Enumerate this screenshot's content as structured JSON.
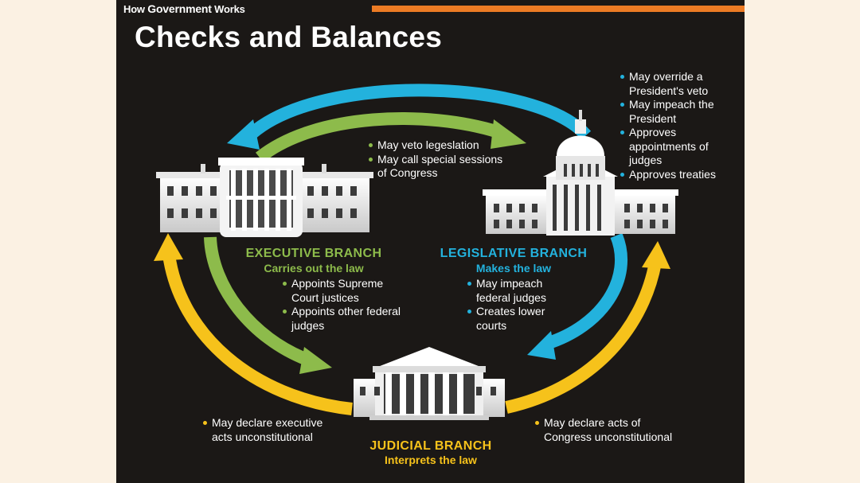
{
  "header": {
    "kicker_prefix": "How",
    "kicker_strong": "Government",
    "kicker_suffix": "Works",
    "title": "Checks and Balances"
  },
  "colors": {
    "background": "#1b1816",
    "accent_orange": "#ec7b24",
    "executive_green": "#8dbb4b",
    "legislative_blue": "#23b2dd",
    "judicial_yellow": "#f6c21b"
  },
  "executive": {
    "heading": "EXECUTIVE BRANCH",
    "subheading": "Carries out the law",
    "checks_on_legislative": [
      "May veto legeslation",
      "May call special sessions of Congress"
    ],
    "checks_on_judicial": [
      "Appoints Supreme Court justices",
      "Appoints other federal judges"
    ]
  },
  "legislative": {
    "heading": "LEGISLATIVE BRANCH",
    "subheading": "Makes the law",
    "checks_on_executive": [
      "May override a President's veto",
      "May impeach the President",
      "Approves appointments of judges",
      "Approves treaties"
    ],
    "checks_on_judicial": [
      "May impeach federal judges",
      "Creates lower courts"
    ]
  },
  "judicial": {
    "heading": "JUDICIAL BRANCH",
    "subheading": "Interprets the law",
    "check_on_executive": "May declare executive acts unconstitutional",
    "check_on_legislative": "May declare acts of Congress unconstitutional"
  },
  "icons": [
    "white-house-icon",
    "capitol-icon",
    "supreme-court-icon"
  ]
}
